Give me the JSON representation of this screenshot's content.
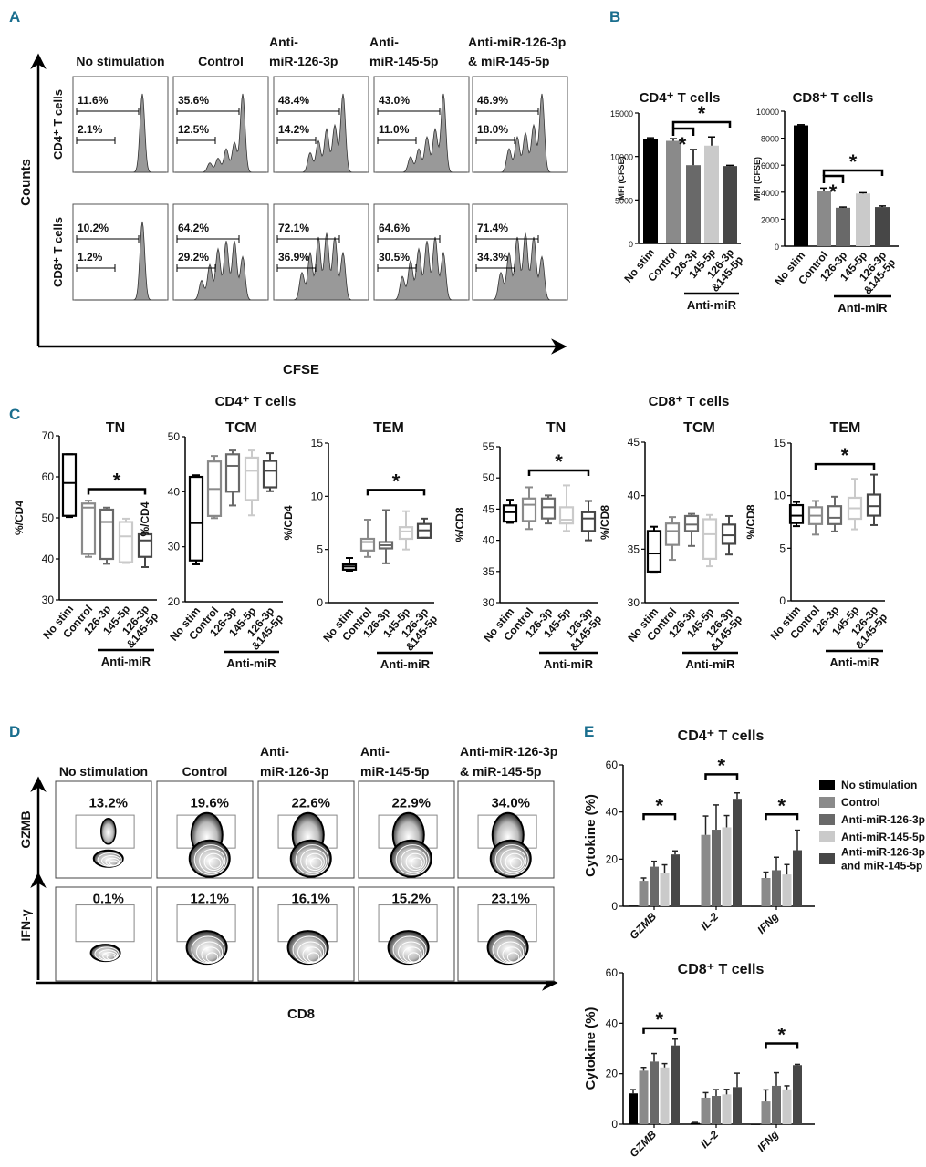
{
  "panel_a": {
    "label": "A",
    "y_axis_label": "Counts",
    "x_axis_label": "CFSE",
    "columns": [
      [
        "No stimulation"
      ],
      [
        "Control"
      ],
      [
        "Anti-",
        "miR-126-3p"
      ],
      [
        "Anti-",
        "miR-145-5p"
      ],
      [
        "Anti-miR-126-3p",
        "& miR-145-5p"
      ]
    ],
    "rows": [
      "CD4⁺ T cells",
      "CD8⁺ T cells"
    ],
    "gates": [
      [
        [
          "11.6%",
          "2.1%"
        ],
        [
          "35.6%",
          "12.5%"
        ],
        [
          "48.4%",
          "14.2%"
        ],
        [
          "43.0%",
          "11.0%"
        ],
        [
          "46.9%",
          "18.0%"
        ]
      ],
      [
        [
          "10.2%",
          "1.2%"
        ],
        [
          "64.2%",
          "29.2%"
        ],
        [
          "72.1%",
          "36.9%"
        ],
        [
          "64.6%",
          "30.5%"
        ],
        [
          "71.4%",
          "34.3%"
        ]
      ]
    ]
  },
  "panel_b": {
    "label": "B",
    "group_label": "Anti-miR"
  },
  "panel_c": {
    "label": "C",
    "group_label": "Anti-miR",
    "cd4_title": "CD4⁺ T cells",
    "cd8_title": "CD8⁺ T cells"
  },
  "panel_d": {
    "label": "D",
    "y_axis_labels": [
      "GZMB",
      "IFN-γ"
    ],
    "x_axis_label": "CD8",
    "columns": [
      [
        "No stimulation"
      ],
      [
        "Control"
      ],
      [
        "Anti-",
        "miR-126-3p"
      ],
      [
        "Anti-",
        "miR-145-5p"
      ],
      [
        "Anti-miR-126-3p",
        "& miR-145-5p"
      ]
    ],
    "gates": [
      [
        "13.2%",
        "19.6%",
        "22.6%",
        "22.9%",
        "34.0%"
      ],
      [
        "0.1%",
        "12.1%",
        "16.1%",
        "15.2%",
        "23.1%"
      ]
    ]
  },
  "panel_e": {
    "label": "E",
    "legend": [
      [
        "No stimulation"
      ],
      [
        "Control"
      ],
      [
        "Anti-miR-126-3p"
      ],
      [
        "Anti-miR-145-5p"
      ],
      [
        "Anti-miR-126-3p",
        "and miR-145-5p"
      ]
    ]
  },
  "colors": {
    "no_stim": "#000000",
    "control": "#8a8a8a",
    "mir126": "#696969",
    "mir145": "#cacaca",
    "both": "#474747",
    "letter": "#1a6e8e"
  },
  "chart_data": [
    {
      "id": "b_cd4",
      "type": "bar",
      "title": "CD4⁺ T cells",
      "ylabel": "MFI (CFSE)",
      "ylim": [
        0,
        15000
      ],
      "yticks": [
        "0",
        "5000",
        "10000",
        "15000"
      ],
      "categories": [
        [
          "No stim"
        ],
        [
          "Control"
        ],
        [
          "126-3p"
        ],
        [
          "145-5p"
        ],
        [
          "126-3p",
          "&145-5p"
        ]
      ],
      "values": [
        12050,
        11800,
        9000,
        11250,
        8900
      ],
      "errors": [
        100,
        250,
        1800,
        1000,
        80
      ],
      "significance": [
        [
          "Control",
          "126-3p",
          "*"
        ],
        [
          "Control",
          "126-3p &145-5p",
          "*"
        ]
      ]
    },
    {
      "id": "b_cd8",
      "type": "bar",
      "title": "CD8⁺ T cells",
      "ylabel": "MFI (CFSE)",
      "ylim": [
        0,
        10000
      ],
      "yticks": [
        "0",
        "2000",
        "4000",
        "6000",
        "8000",
        "10000"
      ],
      "categories": [
        [
          "No stim"
        ],
        [
          "Control"
        ],
        [
          "126-3p"
        ],
        [
          "145-5p"
        ],
        [
          "126-3p",
          "&145-5p"
        ]
      ],
      "values": [
        8950,
        4100,
        2850,
        3900,
        2900
      ],
      "errors": [
        50,
        200,
        50,
        60,
        80
      ],
      "significance": [
        [
          "Control",
          "126-3p",
          "*"
        ],
        [
          "Control",
          "126-3p &145-5p",
          "*"
        ]
      ]
    },
    {
      "id": "c_cd4_tn",
      "type": "box",
      "title": "TN",
      "ylabel": "%/CD4",
      "ylim": [
        30,
        70
      ],
      "yticks": [
        "30",
        "40",
        "50",
        "60",
        "70"
      ],
      "categories": [
        [
          "No stim"
        ],
        [
          "Control"
        ],
        [
          "126-3p"
        ],
        [
          "145-5p"
        ],
        [
          "126-3p",
          "&145-5p"
        ]
      ],
      "boxes": [
        [
          50.2,
          50.5,
          58.5,
          65.5,
          65.5
        ],
        [
          40.5,
          41.2,
          52.5,
          53.5,
          54.2
        ],
        [
          38.8,
          40,
          49,
          52,
          52.5
        ],
        [
          39,
          39.2,
          45.5,
          49,
          49.8
        ],
        [
          38,
          40.5,
          44.5,
          46,
          46.5
        ]
      ],
      "significance": [
        [
          "Control",
          "126-3p &145-5p",
          "*"
        ]
      ]
    },
    {
      "id": "c_cd4_tcm",
      "type": "box",
      "title": "TCM",
      "ylabel": "%/CD4",
      "ylim": [
        20,
        50
      ],
      "yticks": [
        "20",
        "30",
        "40",
        "50"
      ],
      "categories": [
        [
          "No stim"
        ],
        [
          "Control"
        ],
        [
          "126-3p"
        ],
        [
          "145-5p"
        ],
        [
          "126-3p",
          "&145-5p"
        ]
      ],
      "boxes": [
        [
          26.8,
          27.5,
          34.3,
          42.7,
          43
        ],
        [
          35.2,
          35.6,
          40.5,
          45.5,
          46.5
        ],
        [
          37.5,
          40,
          44.7,
          46.8,
          47.5
        ],
        [
          35.7,
          38.5,
          43.8,
          46.2,
          47.5
        ],
        [
          40.1,
          40.8,
          43.8,
          45.6,
          47
        ]
      ],
      "significance": []
    },
    {
      "id": "c_cd4_tem",
      "type": "box",
      "title": "TEM",
      "ylabel": "%/CD4",
      "ylim": [
        0,
        15
      ],
      "yticks": [
        "0",
        "5",
        "10",
        "15"
      ],
      "categories": [
        [
          "No stim"
        ],
        [
          "Control"
        ],
        [
          "126-3p"
        ],
        [
          "145-5p"
        ],
        [
          "126-3p",
          "&145-5p"
        ]
      ],
      "boxes": [
        [
          3,
          3.1,
          3.4,
          3.6,
          4.2
        ],
        [
          4.3,
          4.9,
          5.7,
          6,
          7.8
        ],
        [
          3.7,
          5.1,
          5.4,
          5.7,
          8.7
        ],
        [
          5,
          6,
          6.7,
          7.1,
          8.6
        ],
        [
          6.1,
          6.1,
          6.8,
          7.4,
          7.9
        ]
      ],
      "significance": [
        [
          "Control",
          "126-3p &145-5p",
          "*"
        ]
      ]
    },
    {
      "id": "c_cd8_tn",
      "type": "box",
      "title": "TN",
      "ylabel": "%/CD8",
      "ylim": [
        30,
        55
      ],
      "yticks": [
        "30",
        "35",
        "40",
        "45",
        "50",
        "55"
      ],
      "categories": [
        [
          "No stim"
        ],
        [
          "Control"
        ],
        [
          "126-3p"
        ],
        [
          "145-5p"
        ],
        [
          "126-3p",
          "&145-5p"
        ]
      ],
      "boxes": [
        [
          42.8,
          43,
          44.5,
          45.6,
          46.5
        ],
        [
          41.8,
          43.1,
          45.7,
          46.7,
          48.5
        ],
        [
          42.7,
          43.5,
          45.3,
          46.7,
          47.2
        ],
        [
          41.5,
          42.7,
          43.3,
          45.3,
          48.8
        ],
        [
          40,
          41.5,
          43.5,
          44.5,
          46.3
        ]
      ],
      "significance": [
        [
          "Control",
          "126-3p &145-5p",
          "*"
        ]
      ]
    },
    {
      "id": "c_cd8_tcm",
      "type": "box",
      "title": "TCM",
      "ylabel": "%/CD8",
      "ylim": [
        30,
        45
      ],
      "yticks": [
        "30",
        "35",
        "40",
        "45"
      ],
      "categories": [
        [
          "No stim"
        ],
        [
          "Control"
        ],
        [
          "126-3p"
        ],
        [
          "145-5p"
        ],
        [
          "126-3p",
          "&145-5p"
        ]
      ],
      "boxes": [
        [
          32.8,
          32.9,
          34.6,
          36.7,
          37.1
        ],
        [
          34,
          35.4,
          36.7,
          37.4,
          38
        ],
        [
          35.3,
          36.7,
          37.3,
          38.1,
          38.3
        ],
        [
          33.4,
          34.1,
          36.4,
          37.8,
          38.2
        ],
        [
          34.5,
          35.5,
          36.3,
          37.3,
          38.1
        ]
      ],
      "significance": []
    },
    {
      "id": "c_cd8_tem",
      "type": "box",
      "title": "TEM",
      "ylabel": "%/CD8",
      "ylim": [
        0,
        15
      ],
      "yticks": [
        "0",
        "5",
        "10",
        "15"
      ],
      "categories": [
        [
          "No stim"
        ],
        [
          "Control"
        ],
        [
          "126-3p"
        ],
        [
          "145-5p"
        ],
        [
          "126-3p",
          "&145-5p"
        ]
      ],
      "boxes": [
        [
          7.1,
          7.4,
          8.1,
          9.1,
          9.4
        ],
        [
          6.3,
          7.3,
          8.1,
          8.9,
          9.5
        ],
        [
          6.6,
          7.3,
          7.9,
          9,
          9.9
        ],
        [
          6.8,
          7.8,
          8.8,
          9.8,
          11.6
        ],
        [
          7.2,
          8.1,
          9,
          10.1,
          12
        ]
      ],
      "significance": [
        [
          "Control",
          "126-3p &145-5p",
          "*"
        ]
      ]
    },
    {
      "id": "e_cd4",
      "type": "bar",
      "title": "CD4⁺ T cells",
      "ylabel": "Cytokine (%)",
      "ylim": [
        0,
        60
      ],
      "yticks": [
        "0",
        "20",
        "40",
        "60"
      ],
      "categories": [
        "GZMB",
        "IL-2",
        "IFNg"
      ],
      "series": [
        {
          "name": "No stimulation",
          "values": [
            0.3,
            0.2,
            0.1
          ],
          "errors": [
            0,
            0,
            0
          ]
        },
        {
          "name": "Control",
          "values": [
            10.8,
            30.3,
            12
          ],
          "errors": [
            1.2,
            8,
            2.5
          ]
        },
        {
          "name": "Anti-miR-126-3p",
          "values": [
            16.8,
            32.5,
            15.3
          ],
          "errors": [
            2.3,
            10.5,
            5.5
          ]
        },
        {
          "name": "Anti-miR-145-5p",
          "values": [
            14.2,
            33.5,
            13.5
          ],
          "errors": [
            3.4,
            5,
            4.2
          ]
        },
        {
          "name": "Anti-miR-126-3p and miR-145-5p",
          "values": [
            22,
            45.6,
            23.8
          ],
          "errors": [
            1.5,
            2.5,
            8.5
          ]
        }
      ],
      "significance": [
        [
          "GZMB",
          "*"
        ],
        [
          "IL-2",
          "*"
        ],
        [
          "IFNg",
          "*"
        ]
      ]
    },
    {
      "id": "e_cd8",
      "type": "bar",
      "title": "CD8⁺ T cells",
      "ylabel": "Cytokine (%)",
      "ylim": [
        0,
        60
      ],
      "yticks": [
        "0",
        "20",
        "40",
        "60"
      ],
      "categories": [
        "GZMB",
        "IL-2",
        "IFNg"
      ],
      "series": [
        {
          "name": "No stimulation",
          "values": [
            12.2,
            0.5,
            0
          ],
          "errors": [
            1.5,
            0.2,
            0
          ]
        },
        {
          "name": "Control",
          "values": [
            21.2,
            10.5,
            9
          ],
          "errors": [
            1.3,
            2,
            4.6
          ]
        },
        {
          "name": "Anti-miR-126-3p",
          "values": [
            24.8,
            11.2,
            15.2
          ],
          "errors": [
            3.2,
            2.5,
            5.2
          ]
        },
        {
          "name": "Anti-miR-145-5p",
          "values": [
            22.5,
            11.8,
            13.8
          ],
          "errors": [
            1.5,
            2,
            1.4
          ]
        },
        {
          "name": "Anti-miR-126-3p and miR-145-5p",
          "values": [
            31.2,
            14.7,
            23.4
          ],
          "errors": [
            2.5,
            5.5,
            0.3
          ]
        }
      ],
      "significance": [
        [
          "GZMB",
          "*"
        ],
        [
          "IFNg",
          "*"
        ]
      ]
    }
  ]
}
